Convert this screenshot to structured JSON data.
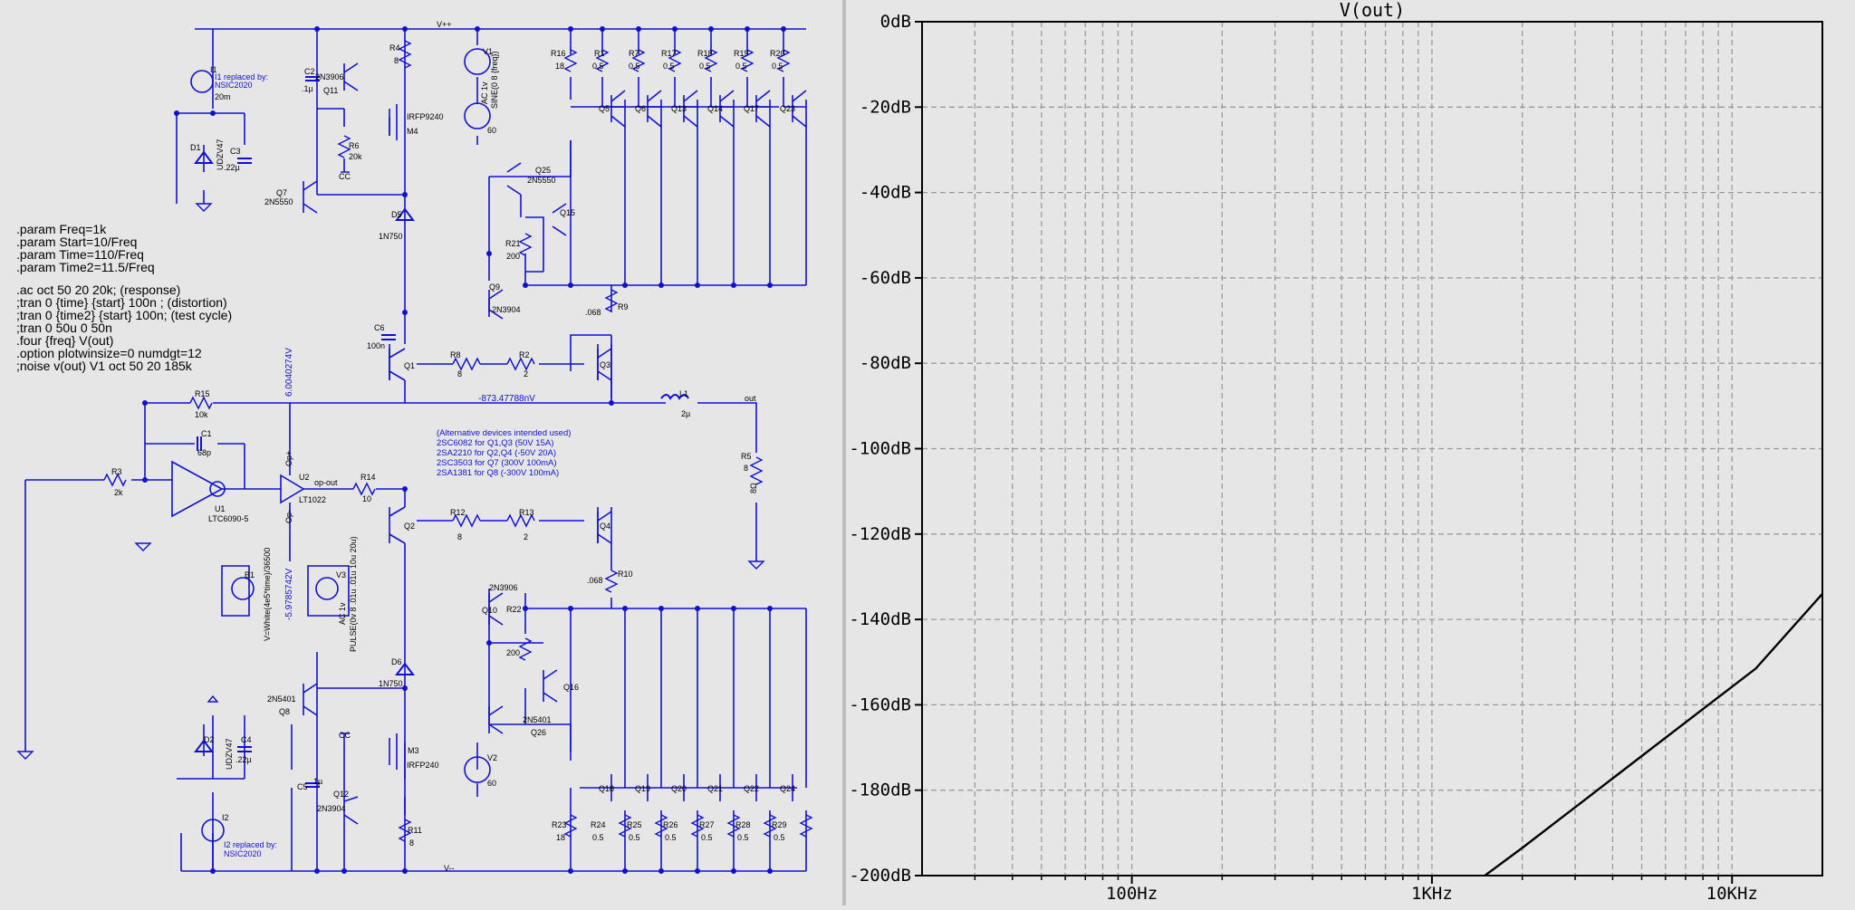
{
  "schematic": {
    "directives": [
      ".param Freq=1k",
      ".param Start=10/Freq",
      ".param Time=110/Freq",
      ".param Time2=11.5/Freq",
      "",
      ".ac oct 50 20 20k;           (response)",
      ";tran 0 {time} {start} 100n ;   (distortion)",
      ";tran 0 {time2} {start} 100n;  (test cycle)",
      ";tran 0 50u 0 50n",
      ".four {freq} V(out)",
      ".option plotwinsize=0 numdgt=12",
      ";noise v(out) V1 oct 50 20 185k"
    ],
    "notes": [
      "(Alternative devices intended used)",
      "2SC6082  for Q1,Q3  (50V  15A)",
      "2SA2210 for Q2,Q4  (-50V  20A)",
      "2SC3503 for Q7      (300V 100mA)",
      "2SA1381 for Q8      (-300V 100mA)"
    ],
    "nets": {
      "vpp": "V++",
      "vmm": "V--",
      "out": "out",
      "opout": "op-out",
      "cc": "CC",
      "op_plus": "Op+",
      "op_minus": "Op-"
    },
    "voltages": {
      "vtop": "6.0040274V",
      "vbot": "-5.9785742V",
      "vout": "-873.47788nV"
    },
    "labels": {
      "i1": "I1",
      "i1_note": "I1 replaced by:",
      "i1_part": "NSIC2020",
      "i1_val": "20m",
      "i2": "I2",
      "i2_note": "I2 replaced by:",
      "i2_part": "NSIC2020",
      "d1": "D1",
      "d1_part": "UDZV47",
      "c3": "C3",
      "c3_val": ".22µ",
      "d2": "D2",
      "d2_part": "UDZV47",
      "c4": "C4",
      "c4_val": ".22µ",
      "c2": "C2",
      "c2_val": ".1µ",
      "q11": "Q11",
      "q11_part": "2N3906",
      "r4": "R4",
      "r4_val": "8",
      "m4": "M4",
      "m4_part": "IRFP9240",
      "r6": "R6",
      "r6_val": "20k",
      "q7": "Q7",
      "q7_part": "2N5550",
      "d5": "D5",
      "d5_part": "1N750",
      "v1": "V1",
      "v1_ac": "AC 1v",
      "v1_sine": "SINE(0 8 {freq})",
      "v1_60": "60",
      "r16": "R16",
      "r16_val": "18",
      "r1": "R1",
      "r7": "R7",
      "r17": "R17",
      "r18": "R18",
      "r19": "R19",
      "r20": "R20",
      "half": "0.5",
      "q5": "Q5",
      "q6": "Q6",
      "q13": "Q13",
      "q14": "Q14",
      "q17": "Q17",
      "q23": "Q23",
      "q25": "Q25",
      "q25_part": "2N5550",
      "q15": "Q15",
      "r21": "R21",
      "r21_val": "200",
      "q9": "Q9",
      "q9_part": "2N3904",
      "r9": "R9",
      "r9_val": ".068",
      "c6": "C6",
      "c6_val": "100n",
      "q1": "Q1",
      "r8": "R8",
      "r8_val": "8",
      "r2": "R2",
      "r2_val": "2",
      "q3": "Q3",
      "r15": "R15",
      "r15_val": "10k",
      "l1": "L1",
      "l1_val": "2µ",
      "c1": "C1",
      "c1_val": "68p",
      "r3": "R3",
      "r3_val": "2k",
      "u1": "U1",
      "u1_part": "LTC6090-5",
      "u2": "U2",
      "u2_part": "LT1022",
      "r14": "R14",
      "r14_val": "10",
      "r5": "R5",
      "r5_val": "8",
      "r5_note": "8Ω",
      "q2": "Q2",
      "r12": "R12",
      "r12_val": "8",
      "r13": "R13",
      "r13_val": "2",
      "q4": "Q4",
      "r10": "R10",
      "r10_val": ".068",
      "q10": "Q10",
      "q10_part": "2N3906",
      "r22": "R22",
      "r22_val": "200",
      "q16": "Q16",
      "q26": "Q26",
      "q26_part": "2N5401",
      "b1": "B1",
      "b1_expr": "V=White(4e5*time)/36500",
      "v3": "V3",
      "v3_ac": "AC 1v",
      "v3_pulse": "PULSE(0v 8 .01u .01u 10u 20u)",
      "d6": "D6",
      "d6_part": "1N750",
      "q8": "Q8",
      "q8_part": "2N5401",
      "m3": "M3",
      "m3_part": "IRFP240",
      "c5": "C5",
      "c5_val": "1µ",
      "q12": "Q12",
      "q12_part": "2N3904",
      "r11": "R11",
      "r11_val": "8",
      "v2": "V2",
      "v2_val": "60",
      "r23": "R23",
      "r23_val": "18",
      "r24": "R24",
      "r25": "R25",
      "r26": "R26",
      "r27": "R27",
      "r28": "R28",
      "r29": "R29",
      "q18": "Q18",
      "q19": "Q19",
      "q20": "Q20",
      "q21": "Q21",
      "q22": "Q22",
      "q24": "Q24"
    }
  },
  "plot": {
    "title": "V(out)",
    "y_ticks": [
      "0dB",
      "-20dB",
      "-40dB",
      "-60dB",
      "-80dB",
      "-100dB",
      "-120dB",
      "-140dB",
      "-160dB",
      "-180dB",
      "-200dB"
    ],
    "x_ticks": [
      "100Hz",
      "1KHz",
      "10KHz"
    ]
  },
  "chart_data": {
    "type": "line",
    "title": "V(out)",
    "xlabel": "",
    "ylabel": "",
    "x_scale": "log",
    "xlim": [
      20,
      20000
    ],
    "ylim": [
      -200,
      0
    ],
    "grid": true,
    "series": [
      {
        "x": [
          1500,
          2000,
          3000,
          5000,
          8000,
          12000,
          20000
        ],
        "y": [
          -200,
          -193.5,
          -184,
          -172,
          -161,
          -151.5,
          -134
        ]
      }
    ],
    "colors": {
      "trace": "#000000",
      "grid": "#9a9a9a",
      "schematic": "#1010d0"
    }
  }
}
